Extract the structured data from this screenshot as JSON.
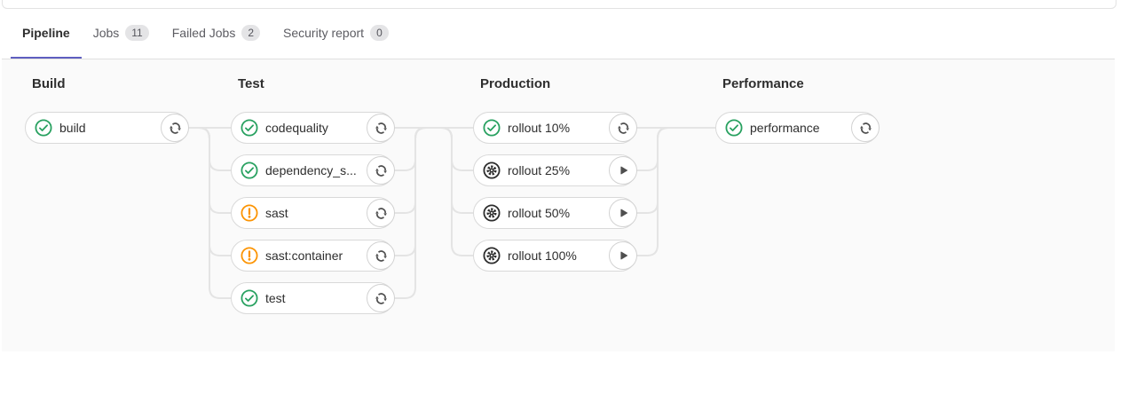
{
  "tabs": {
    "items": [
      {
        "label": "Pipeline",
        "active": true
      },
      {
        "label": "Jobs",
        "badge": "11",
        "active": false
      },
      {
        "label": "Failed Jobs",
        "badge": "2",
        "active": false
      },
      {
        "label": "Security report",
        "badge": "0",
        "active": false
      }
    ]
  },
  "pipeline": {
    "stages": [
      {
        "name": "Build",
        "jobs": [
          {
            "label": "build",
            "status": "success",
            "action": "retry"
          }
        ]
      },
      {
        "name": "Test",
        "jobs": [
          {
            "label": "codequality",
            "status": "success",
            "action": "retry"
          },
          {
            "label": "dependency_s...",
            "status": "success",
            "action": "retry"
          },
          {
            "label": "sast",
            "status": "warning",
            "action": "retry"
          },
          {
            "label": "sast:container",
            "status": "warning",
            "action": "retry"
          },
          {
            "label": "test",
            "status": "success",
            "action": "retry"
          }
        ]
      },
      {
        "name": "Production",
        "jobs": [
          {
            "label": "rollout 10%",
            "status": "success",
            "action": "retry"
          },
          {
            "label": "rollout 25%",
            "status": "manual",
            "action": "play"
          },
          {
            "label": "rollout 50%",
            "status": "manual",
            "action": "play"
          },
          {
            "label": "rollout 100%",
            "status": "manual",
            "action": "play"
          }
        ]
      },
      {
        "name": "Performance",
        "jobs": [
          {
            "label": "performance",
            "status": "success",
            "action": "retry"
          }
        ]
      }
    ]
  },
  "colors": {
    "success": "#28a160",
    "warning": "#fc9403",
    "manual": "#2c2c2c",
    "accent": "#5f5fc0",
    "connector": "#e4e4e4",
    "icon_gray": "#4f4f4f",
    "content_bg": "#fafafa"
  }
}
